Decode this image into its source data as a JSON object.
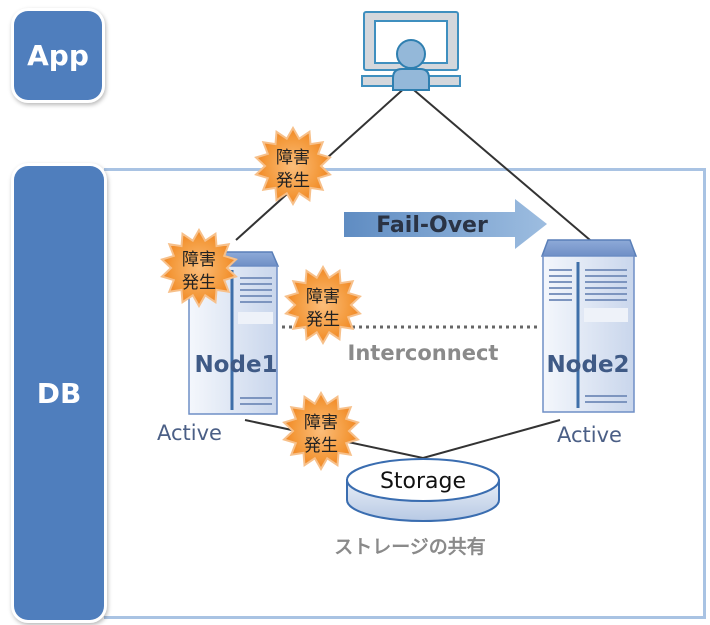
{
  "tiers": {
    "app": "App",
    "db": "DB"
  },
  "client": {
    "icon": "user-at-monitor-icon"
  },
  "failover": {
    "label": "Fail-Over",
    "icon": "right-arrow-icon"
  },
  "nodes": [
    {
      "name": "Node1",
      "status": "Active",
      "icon": "server-icon"
    },
    {
      "name": "Node2",
      "status": "Active",
      "icon": "server-icon"
    }
  ],
  "interconnect": {
    "label": "Interconnect"
  },
  "storage": {
    "label": "Storage",
    "caption": "ストレージの共有",
    "icon": "disk-icon"
  },
  "failure_badges": [
    {
      "line1": "障害",
      "line2": "発生",
      "location": "app-to-node1-link"
    },
    {
      "line1": "障害",
      "line2": "発生",
      "location": "node1"
    },
    {
      "line1": "障害",
      "line2": "発生",
      "location": "interconnect"
    },
    {
      "line1": "障害",
      "line2": "発生",
      "location": "node1-to-storage-link"
    }
  ],
  "colors": {
    "tier_fill": "#4f7ebd",
    "frame_border": "#a9c3e3",
    "badge_orange": "#f28a1e",
    "node_text": "#3f5a86",
    "arrow_fill": "#7ba3cf"
  }
}
